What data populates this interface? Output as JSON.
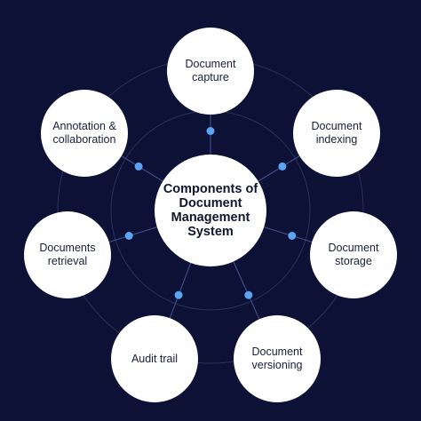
{
  "colors": {
    "background": "#0d1135",
    "ring": "#2c3158",
    "connector": "#3f4a86",
    "dot": "#5aa4f0",
    "node_fill": "#ffffff",
    "node_text": "#1b1f3b"
  },
  "center": {
    "label": "Components of\nDocument\nManagement\nSystem"
  },
  "components": [
    {
      "id": "capture",
      "label": "Document\ncapture"
    },
    {
      "id": "indexing",
      "label": "Document\nindexing"
    },
    {
      "id": "storage",
      "label": "Document\nstorage"
    },
    {
      "id": "versioning",
      "label": "Document\nversioning"
    },
    {
      "id": "audit",
      "label": "Audit trail"
    },
    {
      "id": "retrieval",
      "label": "Documents\nretrieval"
    },
    {
      "id": "annotation",
      "label": "Annotation &\ncollaboration"
    }
  ]
}
